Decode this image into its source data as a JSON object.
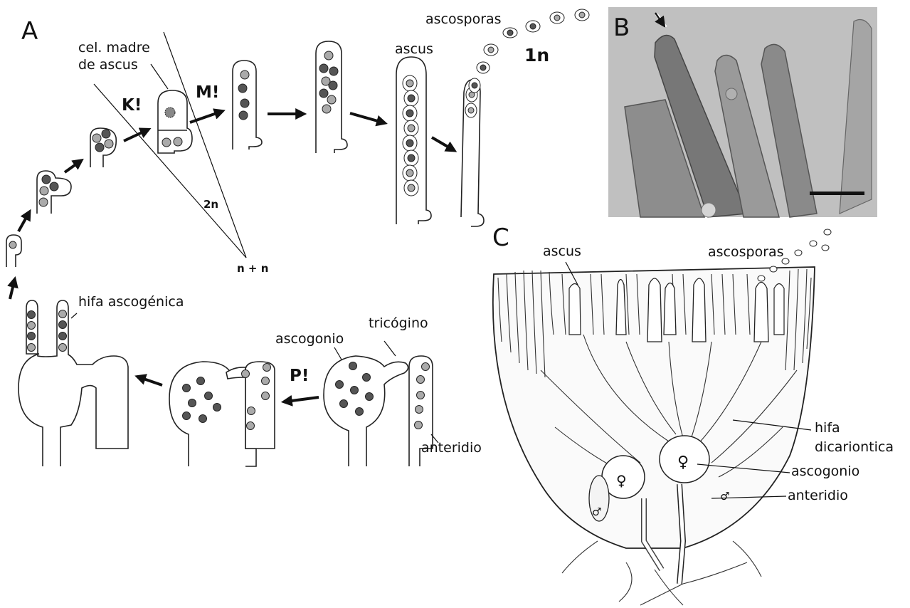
{
  "panels": {
    "a": "A",
    "b": "B",
    "c": "C"
  },
  "panel_a": {
    "cel_madre_line1": "cel. madre",
    "cel_madre_line2": "de ascus",
    "k_step": "K!",
    "m_step": "M!",
    "p_step": "P!",
    "ascus": "ascus",
    "ascosporas": "ascosporas",
    "ploidy_1n": "1n",
    "ploidy_2n": "2n",
    "ploidy_nn": "n + n",
    "hifa_ascogenica": "hifa ascogénica",
    "tricogino": "tricógino",
    "ascogonio": "ascogonio",
    "anteridio": "anteridio"
  },
  "panel_c": {
    "ascus": "ascus",
    "ascosporas": "ascosporas",
    "hifa_line1": "hifa",
    "hifa_line2": "dicariontica",
    "ascogonio": "ascogonio",
    "anteridio": "anteridio",
    "female_symbol": "♀",
    "male_symbol": "♂"
  },
  "colors": {
    "dark_nucleus": "#555555",
    "light_nucleus": "#aaaaaa",
    "micrograph_bg": "#b9b9b9"
  }
}
